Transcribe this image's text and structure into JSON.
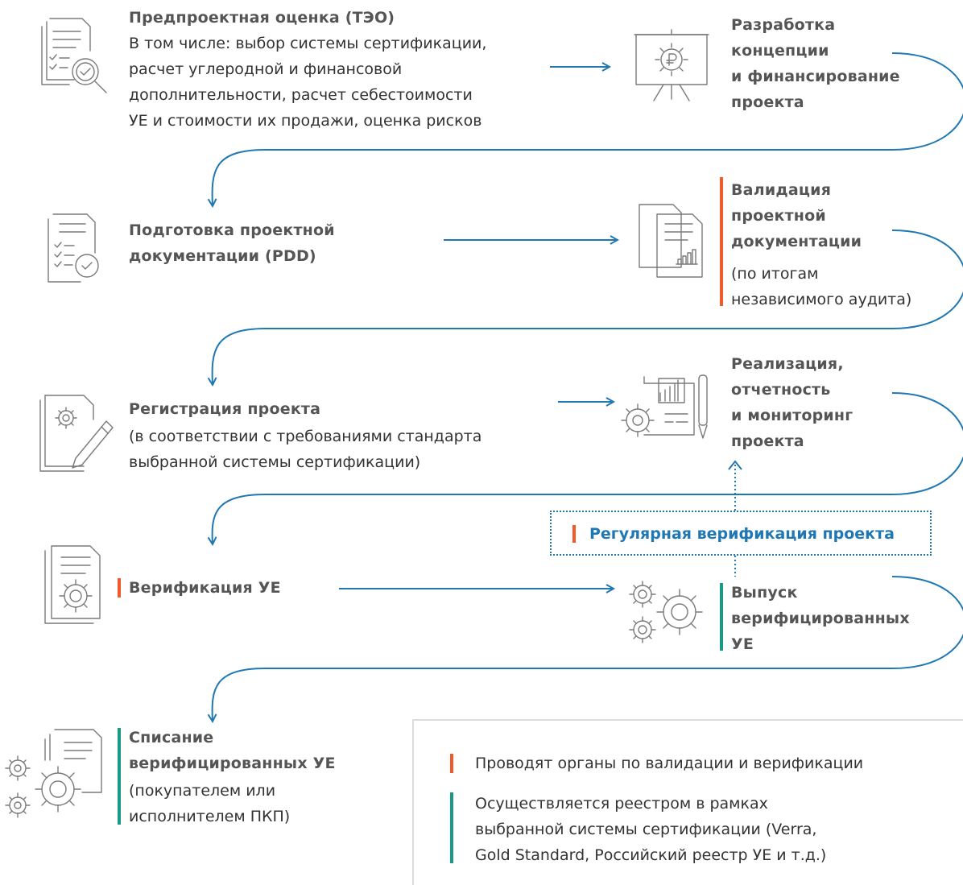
{
  "colors": {
    "flow": "#1f78b4",
    "orange_marker": "#f05a28",
    "green_marker": "#1a9a86",
    "title_text": "#555555",
    "body_text": "#333333",
    "icon_stroke": "#7a7a7a"
  },
  "steps": {
    "preliminary": {
      "title": "Предпроектная оценка (ТЭО)",
      "lines": [
        "В том числе: выбор системы сертификации,",
        "расчет углеродной и финансовой",
        "дополнительности, расчет себестоимости",
        "УЕ и стоимости их продажи, оценка рисков"
      ],
      "icon": "document-magnifier-icon"
    },
    "concept": {
      "lines": [
        "Разработка",
        "концепции",
        "и финансирование",
        "проекта"
      ],
      "icon": "presentation-ruble-gear-icon"
    },
    "pdd": {
      "lines": [
        "Подготовка проектной",
        "документации (PDD)"
      ],
      "icon": "checklist-document-icon"
    },
    "validation": {
      "title_lines": [
        "Валидация",
        "проектной",
        "документации"
      ],
      "note_lines": [
        "(по итогам",
        "независимого аудита)"
      ],
      "icon": "documents-chart-icon",
      "marker": "orange"
    },
    "registration": {
      "title": "Регистрация проекта",
      "lines": [
        "(в соответствии с требованиями стандарта",
        "выбранной системы сертификации)"
      ],
      "icon": "document-gear-pen-icon"
    },
    "implementation": {
      "lines": [
        "Реализация,",
        "отчетность",
        "и мониторинг",
        "проекта"
      ],
      "icon": "blueprint-gear-chart-icon"
    },
    "regular_verification": {
      "label": "Регулярная верификация проекта",
      "marker": "orange"
    },
    "verification": {
      "title": "Верификация УЕ",
      "icon": "document-gear-icon",
      "marker": "orange"
    },
    "issuance": {
      "lines": [
        "Выпуск",
        "верифицированных",
        "УЕ"
      ],
      "icon": "gears-icon",
      "marker": "green"
    },
    "retirement": {
      "title_lines": [
        "Списание",
        "верифицированных УЕ"
      ],
      "note_lines": [
        "(покупателем или",
        "исполнителем ПКП)"
      ],
      "icon": "document-gears-icon",
      "marker": "green"
    }
  },
  "legend": {
    "orange": {
      "text": "Проводят органы по валидации и верификации"
    },
    "green": {
      "lines": [
        "Осуществляется реестром в рамках",
        "выбранной системы сертификации (Verra,",
        "Gold Standard, Российский реестр УЕ и т.д.)"
      ]
    }
  }
}
